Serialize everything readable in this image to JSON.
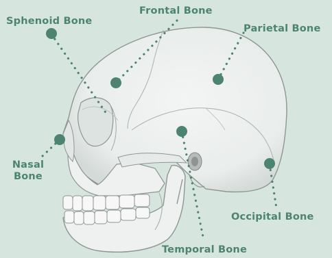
{
  "diagram": {
    "colors": {
      "background": "#d6e6df",
      "accent": "#4c8471",
      "bone_fill": "#eef1ef",
      "bone_line": "#8e9692"
    },
    "labels": {
      "sphenoid": "Sphenoid Bone",
      "frontal": "Frontal Bone",
      "parietal": "Parietal Bone",
      "nasal_line1": "Nasal",
      "nasal_line2": "Bone",
      "occipital": "Occipital Bone",
      "temporal": "Temporal Bone"
    }
  }
}
